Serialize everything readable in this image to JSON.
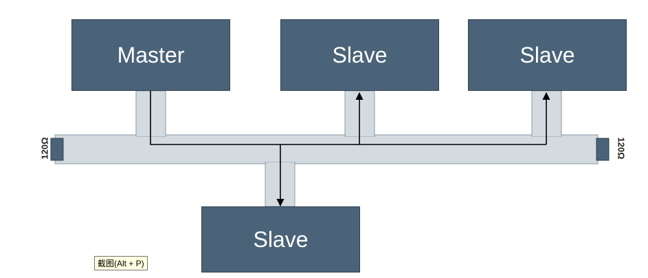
{
  "nodes": {
    "master": "Master",
    "slave_1": "Slave",
    "slave_2": "Slave",
    "slave_3": "Slave"
  },
  "terminators": {
    "left": "120Ω",
    "right": "120Ω"
  },
  "tooltip": "截图(Alt + P)",
  "colors": {
    "node_fill": "#4a6378",
    "bus_fill": "#d3dbe0",
    "bus_edge": "#8a9aa5",
    "signal_line": "#000000"
  }
}
